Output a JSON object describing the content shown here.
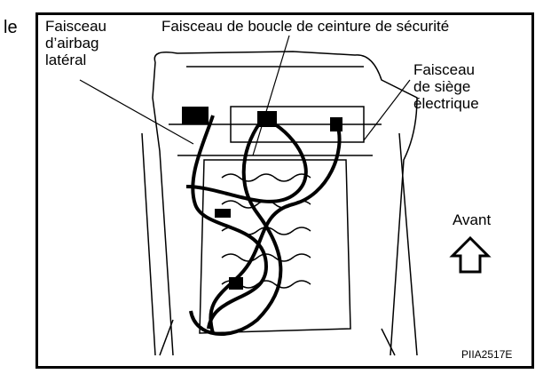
{
  "fragment": "le",
  "labels": {
    "airbag": [
      "Faisceau",
      "d’airbag",
      "latéral"
    ],
    "buckle": "Faisceau de boucle de ceinture de sécurité",
    "power_seat": [
      "Faisceau",
      "de siège",
      "électrique"
    ],
    "front": "Avant"
  },
  "figure_code": "PIIA2517E"
}
